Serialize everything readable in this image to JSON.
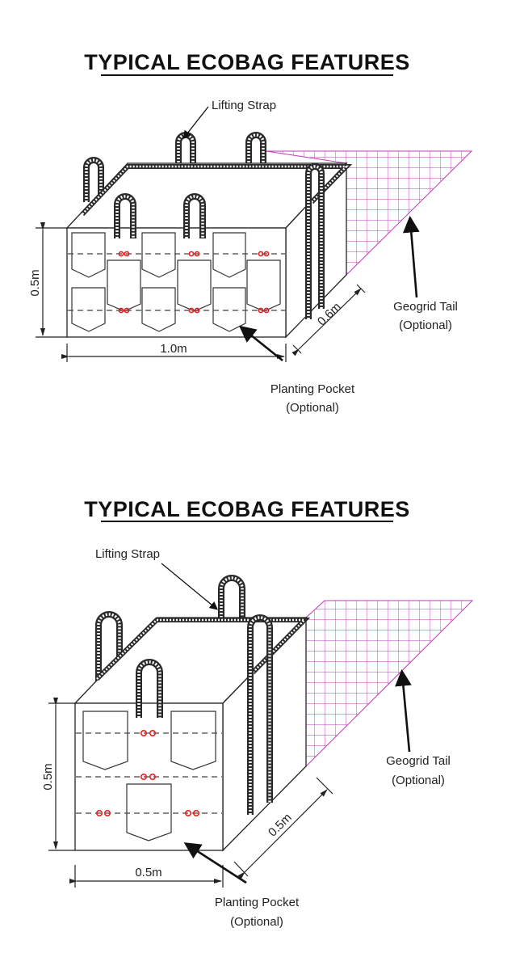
{
  "diagrams": [
    {
      "title": "TYPICAL ECOBAG FEATURES",
      "labels": {
        "lifting_strap": "Lifting Strap",
        "geogrid_tail": "Geogrid Tail",
        "geogrid_optional": "(Optional)",
        "planting_pocket": "Planting Pocket",
        "pocket_optional": "(Optional)"
      },
      "dimensions": {
        "height": "0.5m",
        "width": "1.0m",
        "depth": "0.6m"
      }
    },
    {
      "title": "TYPICAL ECOBAG FEATURES",
      "labels": {
        "lifting_strap": "Lifting Strap",
        "geogrid_tail": "Geogrid Tail",
        "geogrid_optional": "(Optional)",
        "planting_pocket": "Planting Pocket",
        "pocket_optional": "(Optional)"
      },
      "dimensions": {
        "height": "0.5m",
        "width": "0.5m",
        "depth": "0.5m"
      }
    }
  ],
  "colors": {
    "geogrid": "#c23ab8",
    "stitch_dots": "#e42020"
  }
}
